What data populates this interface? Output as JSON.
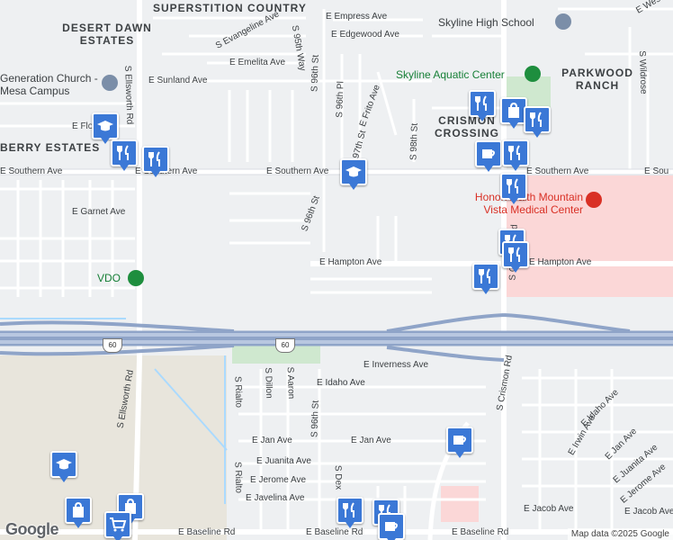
{
  "map": {
    "attribution": "Map data ©2025 Google",
    "logo": "Google"
  },
  "areas": {
    "superstition": "SUPERSTITION COUNTRY",
    "desert_dawn": "DESERT DAWN ESTATES",
    "parkwood": "PARKWOOD RANCH",
    "crismon": "CRISMON CROSSING",
    "berry": "BERRY ESTATES"
  },
  "pois": {
    "skyline_hs": "Skyline High School",
    "aquatic": "Skyline Aquatic Center",
    "church_1": "Generation Church -",
    "church_2": "Mesa Campus",
    "hospital_1": "HonorHealth Mountain",
    "hospital_2": "Vista Medical Center",
    "vdo": "VDO"
  },
  "streets": {
    "empress": "E Empress Ave",
    "edgewood": "E Edgewood Ave",
    "evangeline": "S Evangeline Ave",
    "emelita": "E Emelita Ave",
    "sunland": "E Sunland Ave",
    "s95th": "S 95th Way",
    "s96th_top": "S 96th St",
    "s96th_mid": "S 96th St",
    "s96th_bot": "S 96th St",
    "s96th_pl": "S 96th Pl",
    "s97th": "97th St",
    "frito": "E Frito Ave",
    "s98th": "S 98th St",
    "ellsworth_top": "S Ellsworth Rd",
    "ellsworth_bot": "S Ellsworth Rd",
    "southern_left": "E Southern Ave",
    "southern_mid": "E Southern Ave",
    "southern_right": "E Southern Ave",
    "southern_far": "E Sou",
    "garnet": "E Garnet Ave",
    "hampton": "E Hampton Ave",
    "hampton_right": "E Hampton Ave",
    "crismon_top": "S Crismon Rd",
    "crismon_bot": "S Crismon Rd",
    "inverness": "E Inverness Ave",
    "idaho": "E Idaho Ave",
    "idaho_right": "E Idaho Ave",
    "dillon": "S Dillon",
    "aaron": "S Aaron",
    "rialto_top": "S Rialto",
    "rialto_bot": "S Rialto",
    "jan_left": "E Jan Ave",
    "jan_mid": "E Jan Ave",
    "jan_right": "E Jan Ave",
    "juanita": "E Juanita Ave",
    "juanita_right": "E Juanita Ave",
    "jerome": "E Jerome Ave",
    "jerome_right": "E Jerome Ave",
    "javelina": "E Javelina Ave",
    "irwin": "E Irwin Ave",
    "jacob": "E Jacob Ave",
    "jacob_right": "E Jacob Ave",
    "baseline_left": "E Baseline Rd",
    "baseline_mid": "E Baseline Rd",
    "baseline_right": "E Baseline Rd",
    "dex": "S Dex",
    "wildrose": "S Wildrose",
    "top_right": "E Wes",
    "e_flo": "E Flo"
  },
  "highway": {
    "shield_left": "60",
    "shield_mid": "60"
  },
  "colors": {
    "land": "#eef0f2",
    "road": "#ffffff",
    "freeway": "#8fa4c8",
    "park": "#c8e6c9",
    "medical": "#fbd7d7",
    "pin": "#3b78d6",
    "water": "#aadaff"
  }
}
